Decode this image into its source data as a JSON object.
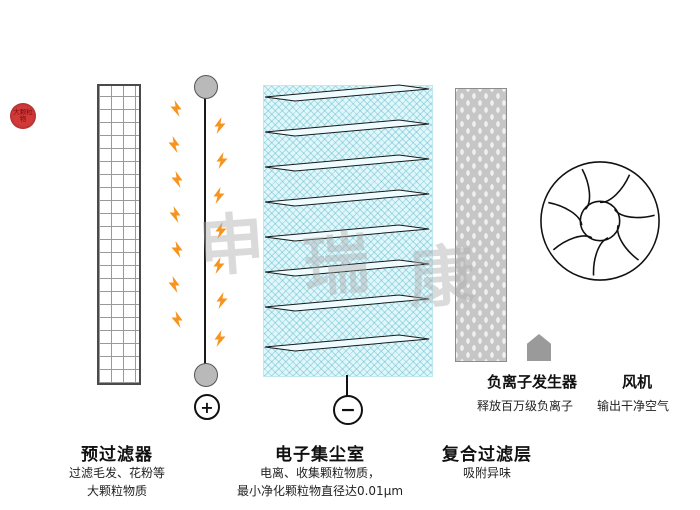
{
  "badge": {
    "label": "大颗粒物"
  },
  "watermark": {
    "char1": "申",
    "char2": "瑞",
    "char3": "康"
  },
  "terminals": {
    "plus": "+",
    "minus": "−"
  },
  "labels": {
    "prefilter_title": "预过滤器",
    "prefilter_desc1": "过滤毛发、花粉等",
    "prefilter_desc2": "大颗粒物质",
    "chamber_title": "电子集尘室",
    "chamber_desc1": "电离、收集颗粒物质，",
    "chamber_desc2": "最小净化颗粒物直径达0.01μm",
    "composite_title": "复合过滤层",
    "composite_desc": "吸附异味",
    "ion_generator_title": "负离子发生器",
    "ion_generator_desc": "释放百万级负离子",
    "fan_title": "风机",
    "fan_desc": "输出干净空气"
  }
}
